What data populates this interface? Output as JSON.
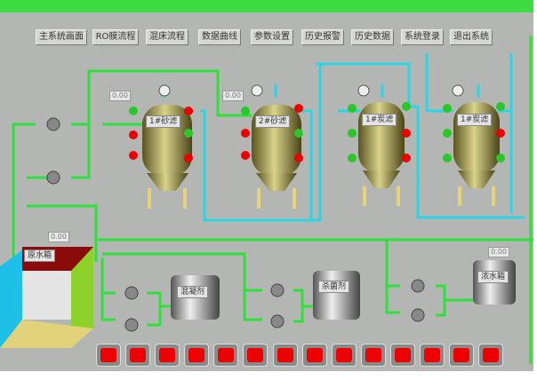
{
  "menu": [
    "主系统画面",
    "RO膜流程",
    "混床流程",
    "数据曲线",
    "参数设置",
    "历史报警",
    "历史数据",
    "系统登录",
    "退出系统"
  ],
  "filters": [
    "1#砂滤",
    "2#砂滤",
    "1#炭滤",
    "1#炭滤"
  ],
  "flow_readings": [
    "0.00",
    "0.00"
  ],
  "raw_tank": {
    "label": "原水箱",
    "level": "0.00"
  },
  "coagulant_tank": {
    "label": "混凝剂"
  },
  "biocide_tank": {
    "label": "杀菌剂"
  },
  "concentrate_tank": {
    "label": "浓水箱",
    "level": "0.00"
  },
  "colors": {
    "pipe_green": "#2fe03a",
    "pipe_cyan": "#2ad6e6",
    "alarm_red": "#e00000",
    "ok_green": "#28c828"
  }
}
